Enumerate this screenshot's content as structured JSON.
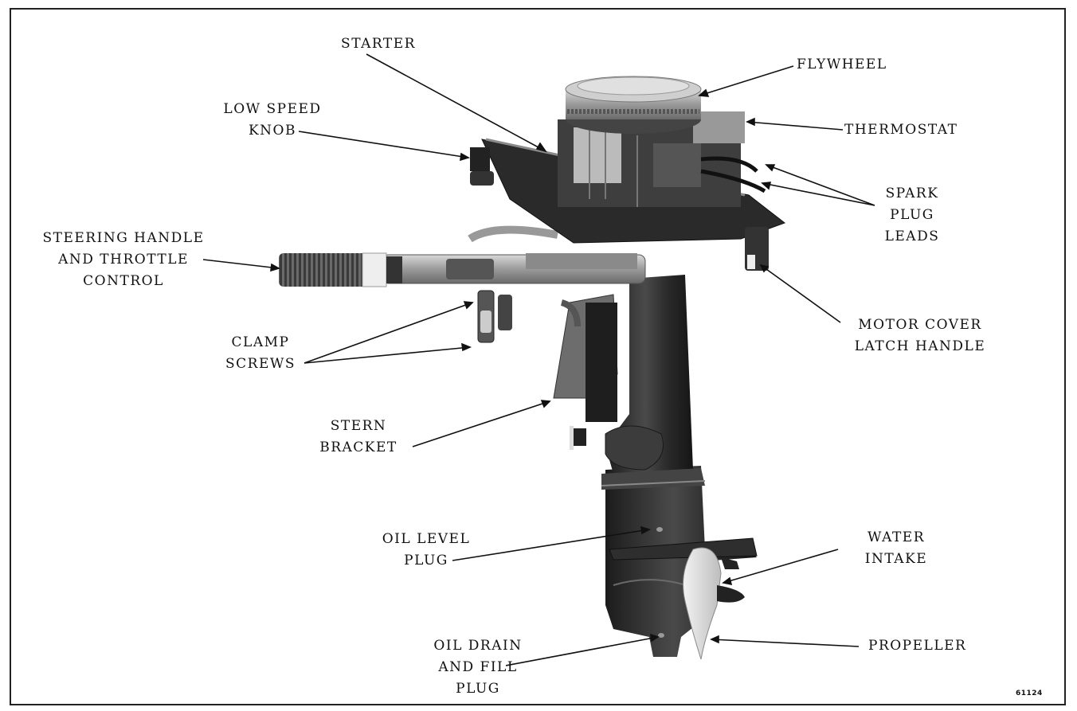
{
  "labels": {
    "starter": [
      "STARTER"
    ],
    "flywheel": [
      "FLYWHEEL"
    ],
    "low_speed_knob": [
      "LOW SPEED",
      "KNOB"
    ],
    "thermostat": [
      "THERMOSTAT"
    ],
    "spark_plug_leads": [
      "SPARK",
      "PLUG",
      "LEADS"
    ],
    "steering_handle": [
      "STEERING HANDLE",
      "AND THROTTLE",
      "CONTROL"
    ],
    "motor_cover_latch": [
      "MOTOR COVER",
      "LATCH HANDLE"
    ],
    "clamp_screws": [
      "CLAMP",
      "SCREWS"
    ],
    "stern_bracket": [
      "STERN",
      "BRACKET"
    ],
    "oil_level_plug": [
      "OIL LEVEL",
      "PLUG"
    ],
    "water_intake": [
      "WATER",
      "INTAKE"
    ],
    "oil_drain": [
      "OIL DRAIN",
      "AND FILL",
      "PLUG"
    ],
    "propeller": [
      "PROPELLER"
    ]
  },
  "figure_number": "61124",
  "colors": {
    "ink": "#111111",
    "body_dark": "#2a2a2a",
    "body_mid": "#555555",
    "metal": "#a8a8a8",
    "light": "#e4e4e4"
  }
}
